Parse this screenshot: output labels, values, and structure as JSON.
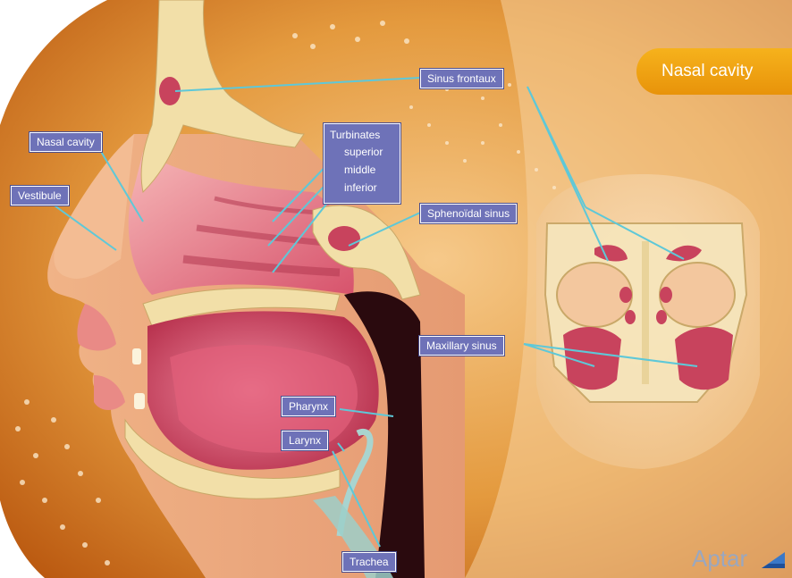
{
  "diagram": {
    "title": "Nasal cavity",
    "labels": {
      "sinus_frontaux": "Sinus frontaux",
      "nasal_cavity": "Nasal cavity",
      "vestibule": "Vestibule",
      "turbinates": "Turbinates",
      "superior": "superior",
      "middle": "middle",
      "inferior": "inferior",
      "sphenoidal_sinus": "Sphenoïdal sinus",
      "maxillary_sinus": "Maxillary sinus",
      "pharynx": "Pharynx",
      "larynx": "Larynx",
      "trachea": "Trachea"
    },
    "brand": "Aptar",
    "colors": {
      "label_bg": "#6e72b8",
      "leader_line": "#5ec8d8",
      "title_tab": "#f0a417",
      "background": "#d8841e",
      "bone": "#f2dfa8",
      "tissue": "#d9566e"
    }
  }
}
